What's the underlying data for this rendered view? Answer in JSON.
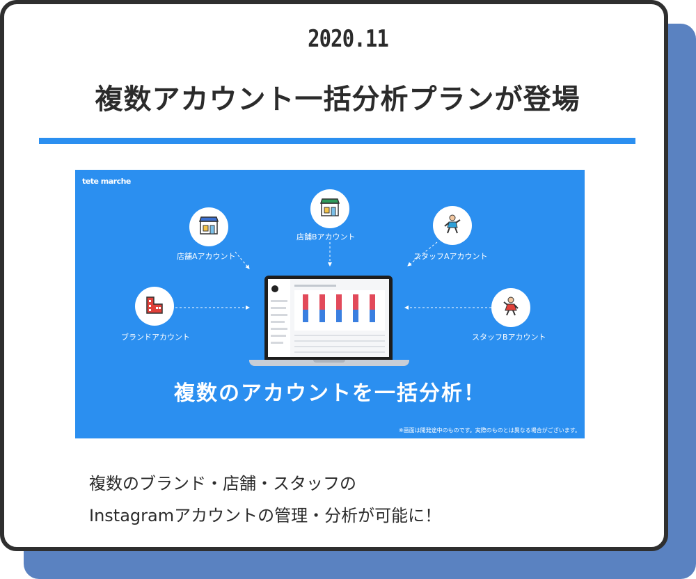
{
  "date": "2020.11",
  "title": "複数アカウント一括分析プランが登場",
  "banner": {
    "logo": "tete marche",
    "nodes": [
      {
        "label": "店舗Aアカウント",
        "icon": "shop-icon"
      },
      {
        "label": "店舗Bアカウント",
        "icon": "shop-icon"
      },
      {
        "label": "スタッフAアカウント",
        "icon": "staff-icon"
      },
      {
        "label": "ブランドアカウント",
        "icon": "brand-building-icon"
      },
      {
        "label": "スタッフBアカウント",
        "icon": "staff-icon"
      }
    ],
    "headline": "複数のアカウントを一括分析！",
    "note": "※画面は開発途中のものです。実際のものとは異なる場合がございます。"
  },
  "description": {
    "line1": "複数のブランド・店舗・スタッフの",
    "line2": "Instagramアカウントの管理・分析が可能に！"
  },
  "colors": {
    "accent": "#2b8ff0",
    "shadow": "#5a82c1",
    "border": "#2f2f2f"
  }
}
